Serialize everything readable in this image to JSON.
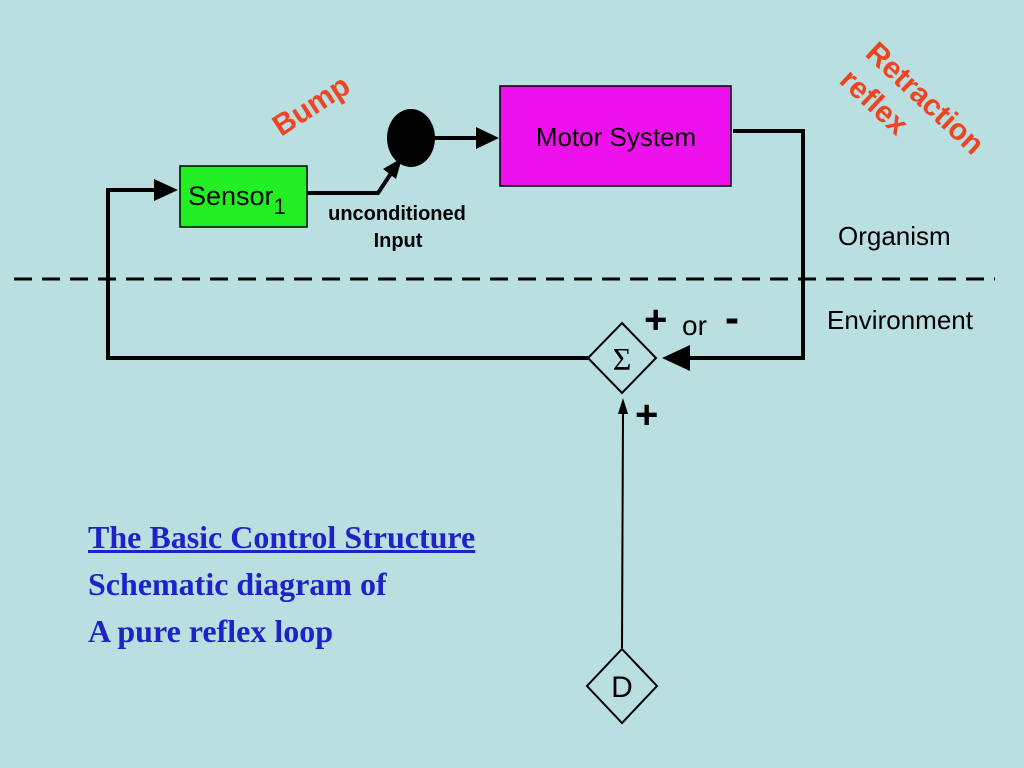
{
  "colors": {
    "background": "#b9dfe1",
    "sensor_fill": "#22f022",
    "motor_fill": "#ee11ee",
    "annotation_red": "#ee4422",
    "caption_blue": "#1f22c8"
  },
  "labels": {
    "bump": "Bump",
    "retraction_line1": "Retraction",
    "retraction_line2": "reflex",
    "sensor": "Sensor",
    "sensor_subscript": "1",
    "motor": "Motor System",
    "unconditioned_line1": "unconditioned",
    "unconditioned_line2": "Input",
    "organism": "Organism",
    "environment": "Environment",
    "plus_top": "+",
    "or": "or",
    "minus": "-",
    "plus_bottom": "+",
    "sigma": "Σ",
    "disturbance": "D"
  },
  "caption": {
    "title": "The Basic Control Structure",
    "line2": "Schematic diagram of",
    "line3": "A pure reflex loop"
  }
}
